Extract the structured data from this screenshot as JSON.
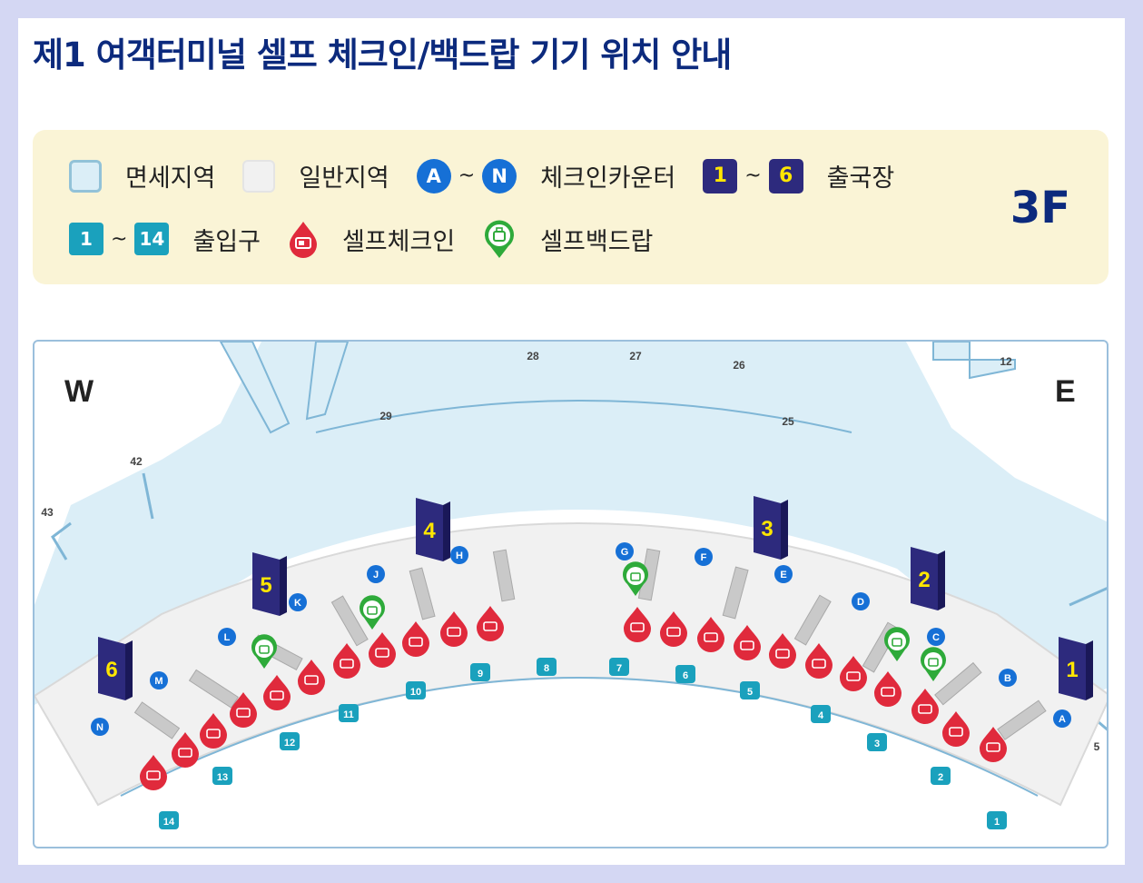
{
  "title": "제1 여객터미널 셀프 체크인/백드랍 기기 위치 안내",
  "floor": "3F",
  "legend": {
    "duty_free": "면세지역",
    "general": "일반지역",
    "counter_from": "A",
    "counter_to": "N",
    "tilde": "~",
    "counter_label": "체크인카운터",
    "gate_from": "1",
    "gate_to": "6",
    "gate_label": "출국장",
    "entrance_from": "1",
    "entrance_to": "14",
    "entrance_label": "출입구",
    "self_checkin_label": "셀프체크인",
    "self_bagdrop_label": "셀프백드랍"
  },
  "map": {
    "west": "W",
    "east": "E",
    "gates": [
      "1",
      "2",
      "3",
      "4",
      "5",
      "6"
    ],
    "counters": [
      "A",
      "B",
      "C",
      "D",
      "E",
      "F",
      "G",
      "H",
      "J",
      "K",
      "L",
      "M",
      "N"
    ],
    "entrances": [
      "1",
      "2",
      "3",
      "4",
      "5",
      "6",
      "7",
      "8",
      "9",
      "10",
      "11",
      "12",
      "13",
      "14"
    ],
    "boarding_gates": [
      "5",
      "12",
      "25",
      "26",
      "27",
      "28",
      "29",
      "42",
      "43"
    ],
    "icons": {
      "self_checkin": "self-checkin-icon",
      "self_bagdrop": "self-bagdrop-icon"
    },
    "colors": {
      "gate": "#2d2a7d",
      "gate_text": "#ffe600",
      "counter": "#1670d6",
      "entrance": "#1aa1bd",
      "checkin": "#e02a3c",
      "bagdrop": "#2eaa3a",
      "duty_free": "#dbeef7",
      "general": "#f1f1f1"
    }
  }
}
